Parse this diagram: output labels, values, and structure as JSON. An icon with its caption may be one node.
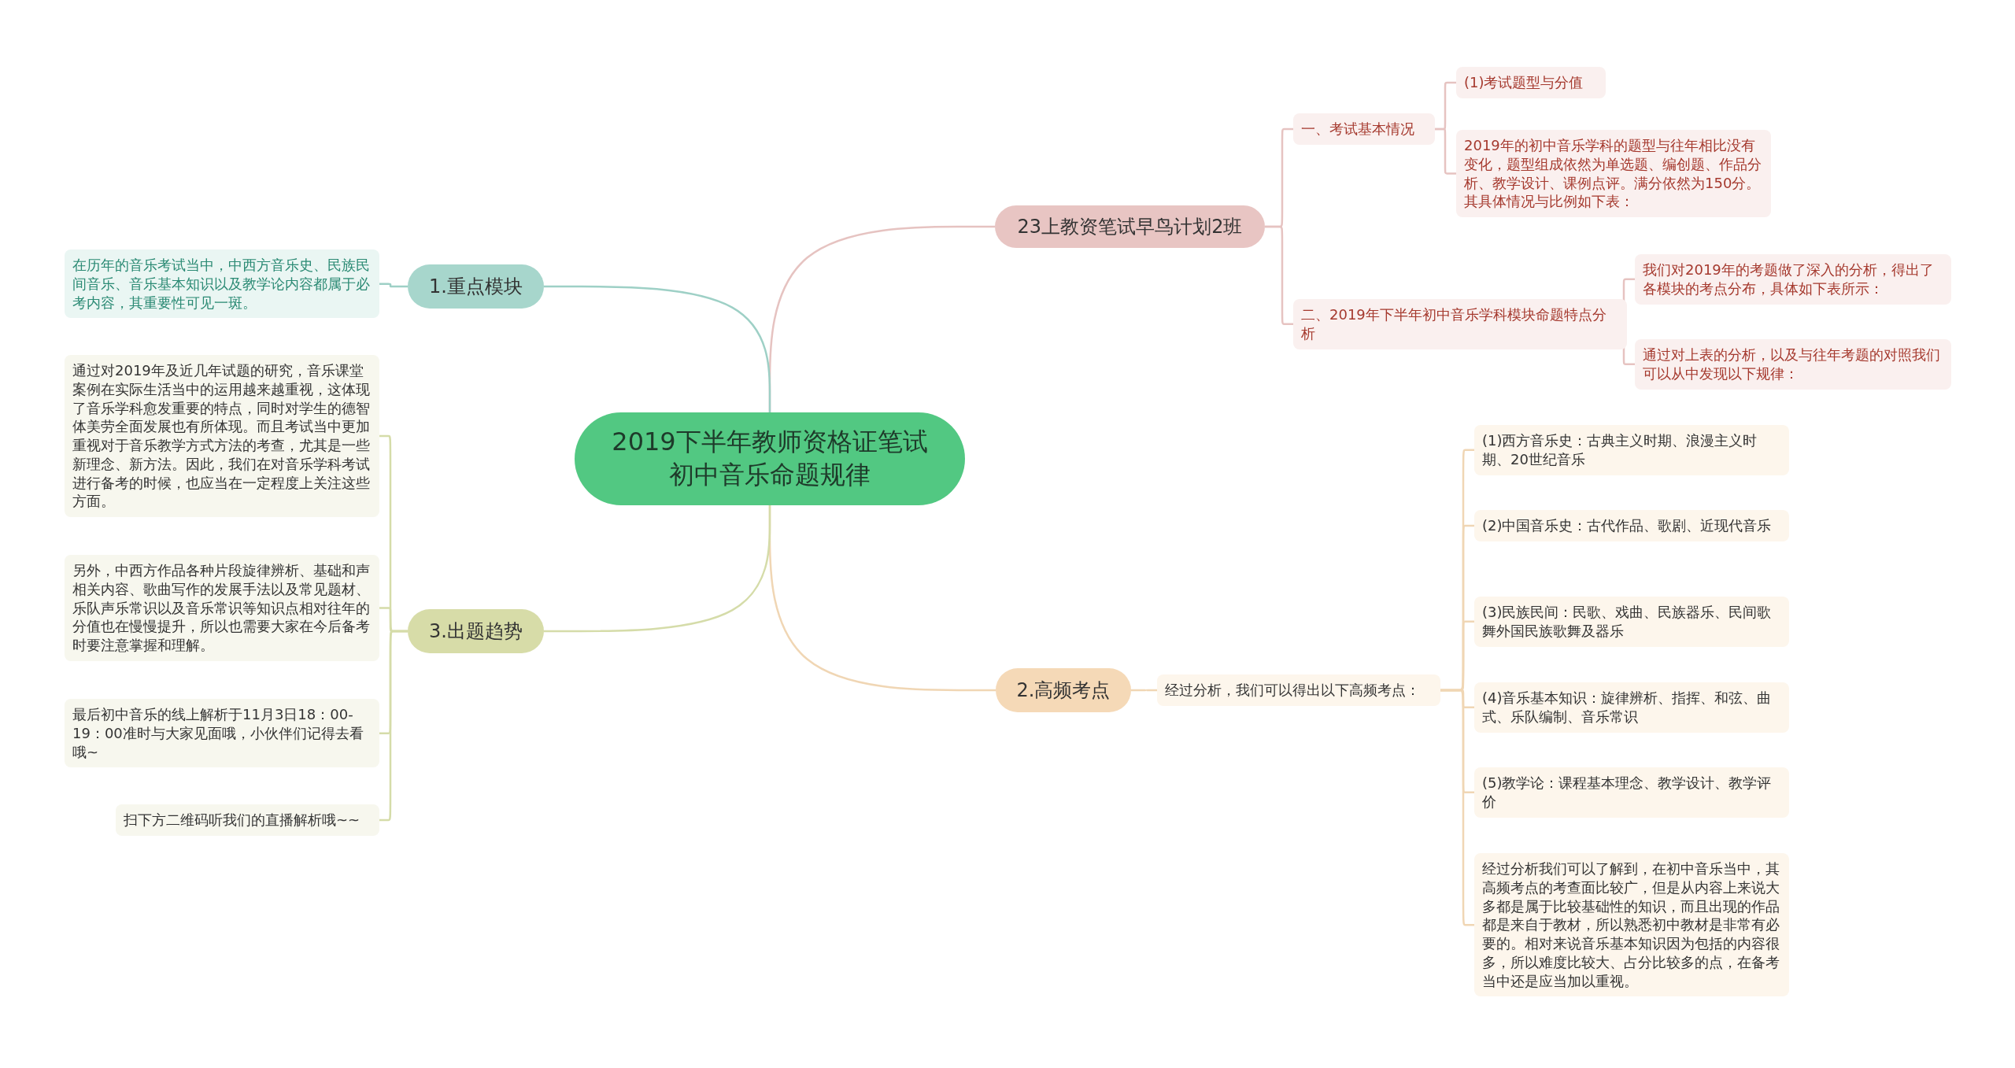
{
  "diagram": {
    "nodes": [
      {
        "text": [
          "2019下半年教师资格证笔试初中音乐命题规律"
        ]
      },
      {
        "text": [
          "23上教资笔试早鸟计划2班"
        ]
      },
      {
        "text": [
          "一、考试基本情况"
        ]
      },
      {
        "text": [
          "(1)考试题型与分值"
        ]
      },
      {
        "text": [
          "2019年的初中音乐学科的题型与往年相比没有变化，题型组成依然为单选题、编创题、作品分析、教学设计、课例点评。满分依然为150分。其具体情况与比例如下表："
        ]
      },
      {
        "text": [
          "二、2019年下半年初中音乐学科模块命题特点分析"
        ]
      },
      {
        "text": [
          "我们对2019年的考题做了深入的分析，得出了各模块的考点分布，具体如下表所示："
        ]
      },
      {
        "text": [
          "通过对上表的分析，以及与往年考题的对照我们可以从中发现以下规律："
        ]
      },
      {
        "text": [
          "2.高频考点"
        ]
      },
      {
        "text": [
          "经过分析，我们可以得出以下高频考点："
        ]
      },
      {
        "text": [
          "(1)西方音乐史：古典主义时期、浪漫主义时期、20世纪音乐"
        ]
      },
      {
        "text": [
          "(2)中国音乐史：古代作品、歌剧、近现代音乐"
        ]
      },
      {
        "text": [
          "(3)民族民间：民歌、戏曲、民族器乐、民间歌舞外国民族歌舞及器乐"
        ]
      },
      {
        "text": [
          "(4)音乐基本知识：旋律辨析、指挥、和弦、曲式、乐队编制、音乐常识"
        ]
      },
      {
        "text": [
          "(5)教学论：课程基本理念、教学设计、教学评价"
        ]
      },
      {
        "text": [
          "经过分析我们可以了解到，在初中音乐当中，其高频考点的考查面比较广，但是从内容上来说大多都是属于比较基础性的知识，而且出现的作品都是来自于教材，所以熟悉初中教材是非常有必要的。相对来说音乐基本知识因为包括的内容很多，所以难度比较大、占分比较多的点，在备考当中还是应当加以重视。"
        ]
      },
      {
        "text": [
          "1.重点模块"
        ]
      },
      {
        "text": [
          "在历年的音乐考试当中，中西方音乐史、民族民间音乐、音乐基本知识以及教学论内容都属于必考内容，其重要性可见一斑。"
        ]
      },
      {
        "text": [
          "3.出题趋势"
        ]
      },
      {
        "text": [
          "通过对2019年及近几年试题的研究，音乐课堂案例在实际生活当中的运用越来越重视，这体现了音乐学科愈发重要的特点，同时对学生的德智体美劳全面发展也有所体现。而且考试当中更加重视对于音乐教学方式方法的考查，尤其是一些新理念、新方法。因此，我们在对音乐学科考试进行备考的时候，也应当在一定程度上关注这些方面。"
        ]
      },
      {
        "text": [
          "另外，中西方作品各种片段旋律辨析、基础和声相关内容、歌曲写作的发展手法以及常见题材、乐队声乐常识以及音乐常识等知识点相对往年的分值也在慢慢提升，所以也需要大家在今后备考时要注意掌握和理解。"
        ]
      },
      {
        "text": [
          "最后初中音乐的线上解析于11月3日18：00-19：00准时与大家见面哦，小伙伴们记得去看哦~"
        ]
      },
      {
        "text": [
          "扫下方二维码听我们的直播解析哦~~"
        ]
      }
    ],
    "edges": [
      {
        "from": 0,
        "to": 1,
        "arrow": "none",
        "color": "#e6c3c1"
      },
      {
        "from": 1,
        "to": 2,
        "arrow": "none",
        "color": "#e6c3c1"
      },
      {
        "from": 2,
        "to": 3,
        "arrow": "none",
        "color": "#e6c3c1"
      },
      {
        "from": 2,
        "to": 4,
        "arrow": "none",
        "color": "#e6c3c1"
      },
      {
        "from": 1,
        "to": 5,
        "arrow": "none",
        "color": "#e6c3c1"
      },
      {
        "from": 5,
        "to": 6,
        "arrow": "none",
        "color": "#e6c3c1"
      },
      {
        "from": 5,
        "to": 7,
        "arrow": "none",
        "color": "#e6c3c1"
      },
      {
        "from": 0,
        "to": 8,
        "arrow": "none"
      },
      {
        "from": 8,
        "to": 9,
        "arrow": "none"
      },
      {
        "from": 9,
        "to": 10,
        "arrow": "none"
      },
      {
        "from": 9,
        "to": 11,
        "arrow": "none"
      },
      {
        "from": 9,
        "to": 12,
        "arrow": "none"
      },
      {
        "from": 9,
        "to": 13,
        "arrow": "none"
      },
      {
        "from": 9,
        "to": 14,
        "arrow": "none"
      },
      {
        "from": 9,
        "to": 15,
        "arrow": "none"
      },
      {
        "from": 0,
        "to": 16,
        "arrow": "none",
        "color": "#9ed0c6"
      },
      {
        "from": 16,
        "to": 17,
        "arrow": "none",
        "color": "#9ed0c6"
      },
      {
        "from": 0,
        "to": 18,
        "arrow": "none",
        "color": "#d5dca9"
      },
      {
        "from": 18,
        "to": 19,
        "arrow": "none",
        "color": "#d5dca9"
      },
      {
        "from": 18,
        "to": 20,
        "arrow": "none",
        "color": "#d5dca9"
      },
      {
        "from": 18,
        "to": 21,
        "arrow": "none",
        "color": "#d5dca9"
      },
      {
        "from": 18,
        "to": 22,
        "arrow": "none",
        "color": "#d5dca9"
      }
    ]
  }
}
